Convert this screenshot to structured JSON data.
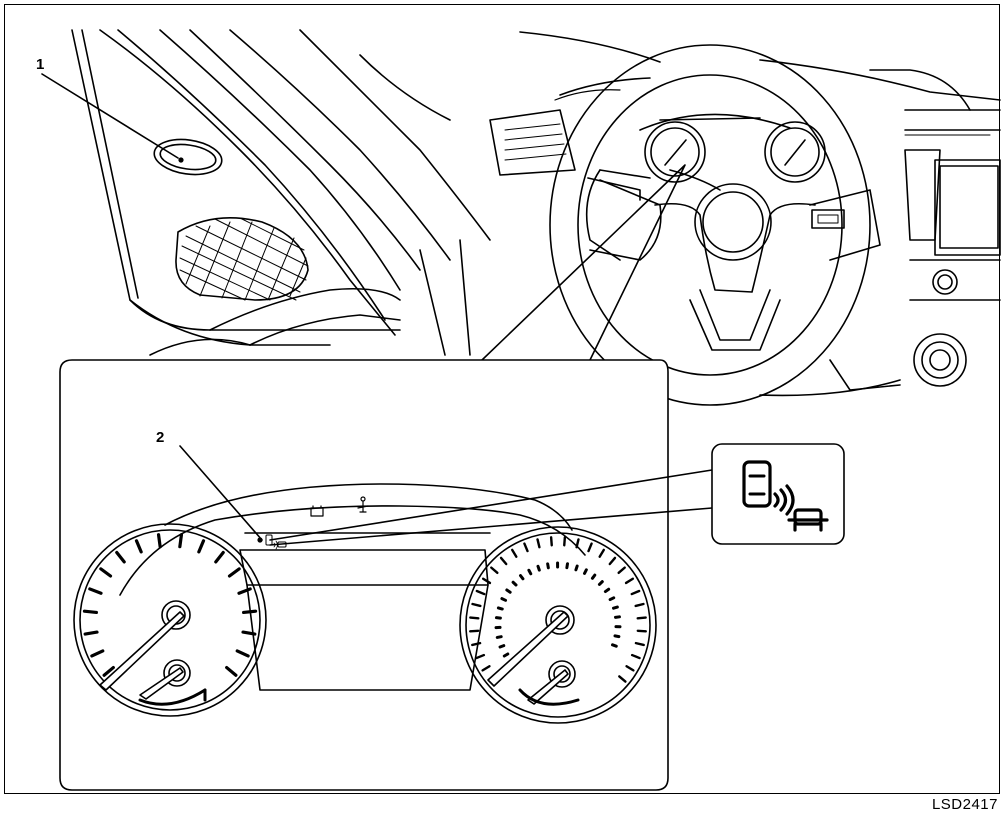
{
  "callouts": [
    {
      "label": "1",
      "target": "blind-spot-warning-indicator-light"
    },
    {
      "label": "2",
      "target": "blind-spot-warning-indicator-in-cluster"
    }
  ],
  "figure_code": "LSD2417",
  "icons": {
    "pillar_light": "oval-indicator-light-icon",
    "bsw": "blind-spot-warning-icon",
    "battery": "battery-warning-icon",
    "seatbelt": "seatbelt-warning-icon"
  },
  "colors": {
    "line": "#000000",
    "background": "#ffffff"
  }
}
